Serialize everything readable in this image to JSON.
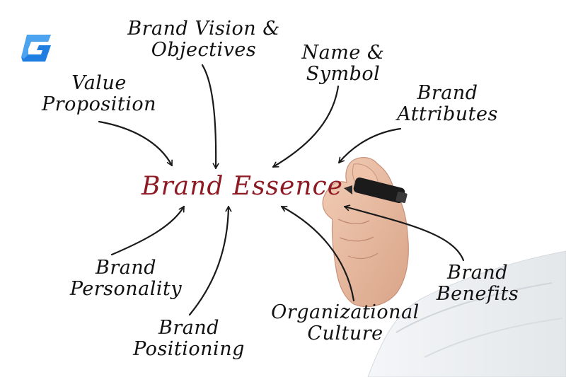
{
  "diagram": {
    "center": "Brand Essence",
    "nodes": [
      {
        "id": "vision",
        "lines": [
          "Brand Vision &",
          "Objectives"
        ]
      },
      {
        "id": "name",
        "lines": [
          "Name &",
          "Symbol"
        ]
      },
      {
        "id": "value",
        "lines": [
          "Value",
          "Proposition"
        ]
      },
      {
        "id": "attributes",
        "lines": [
          "Brand",
          "Attributes"
        ]
      },
      {
        "id": "personality",
        "lines": [
          "Brand",
          "Personality"
        ]
      },
      {
        "id": "positioning",
        "lines": [
          "Brand",
          "Positioning"
        ]
      },
      {
        "id": "culture",
        "lines": [
          "Organizational",
          "Culture"
        ]
      },
      {
        "id": "benefits",
        "lines": [
          "Brand",
          "Benefits"
        ]
      }
    ]
  },
  "colors": {
    "center_text": "#8e1a23",
    "label_text": "#111111",
    "arrow": "#1a1a1a",
    "logo_blue": "#1f7fe0"
  }
}
